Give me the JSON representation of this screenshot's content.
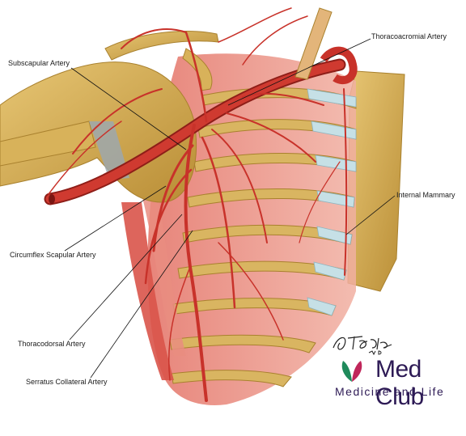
{
  "labels": {
    "subscapular": "Subscapular Artery",
    "thoracoacromial": "Thoracoacromial Artery",
    "internal_mammary": "Internal Mammary",
    "circumflex_scapular": "Circumflex Scapular Artery",
    "thoracodorsal": "Thoracodorsal Artery",
    "serratus_collateral": "Serratus Collateral Artery"
  },
  "logo": {
    "title": "Med Club",
    "subtitle": "Medicine and Life",
    "title_color": "#2d1a55",
    "mark_colors": [
      "#1f8a5b",
      "#c0265a"
    ]
  },
  "signature": {
    "name": "STEOZIA",
    "suffix": "MD"
  },
  "colors": {
    "artery": "#c8322a",
    "artery_dark": "#8e1e18",
    "bone": "#d8b25a",
    "bone_dark": "#a9812e",
    "muscle": "#e07a6e",
    "cartilage": "#b9d8e0",
    "leader": "#111111"
  }
}
